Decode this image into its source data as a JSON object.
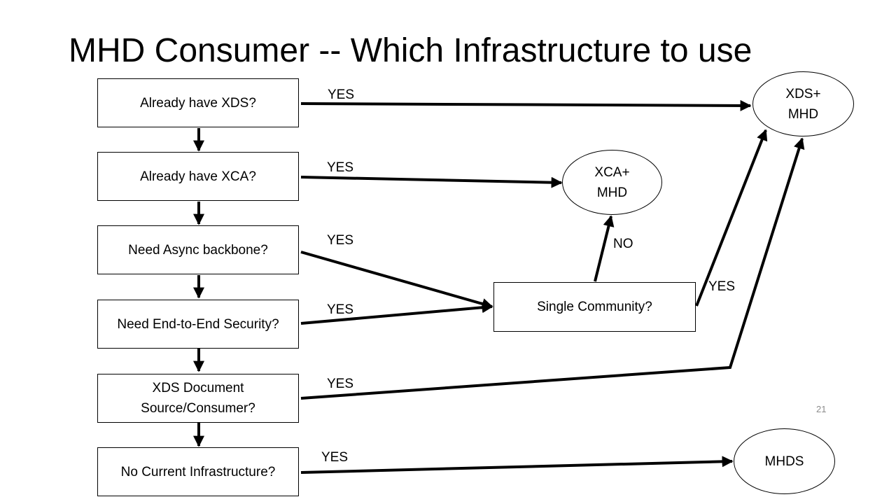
{
  "title": "MHD Consumer -- Which Infrastructure to use",
  "questions": [
    "Already have XDS?",
    "Already have XCA?",
    "Need Async backbone?",
    "Need End-to-End Security?",
    {
      "line1": "XDS Document",
      "line2": "Source/Consumer?"
    },
    "No Current Infrastructure?"
  ],
  "single_community": "Single Community?",
  "outcomes": {
    "xds_mhd": {
      "line1": "XDS+",
      "line2": "MHD"
    },
    "xca_mhd": {
      "line1": "XCA+",
      "line2": "MHD"
    },
    "mhds": "MHDS"
  },
  "labels": {
    "yes_xds": "YES",
    "yes_xca": "YES",
    "yes_async": "YES",
    "yes_security": "YES",
    "yes_doc_source": "YES",
    "yes_no_infra": "YES",
    "no_single": "NO",
    "yes_single": "YES"
  },
  "page_number": "21"
}
